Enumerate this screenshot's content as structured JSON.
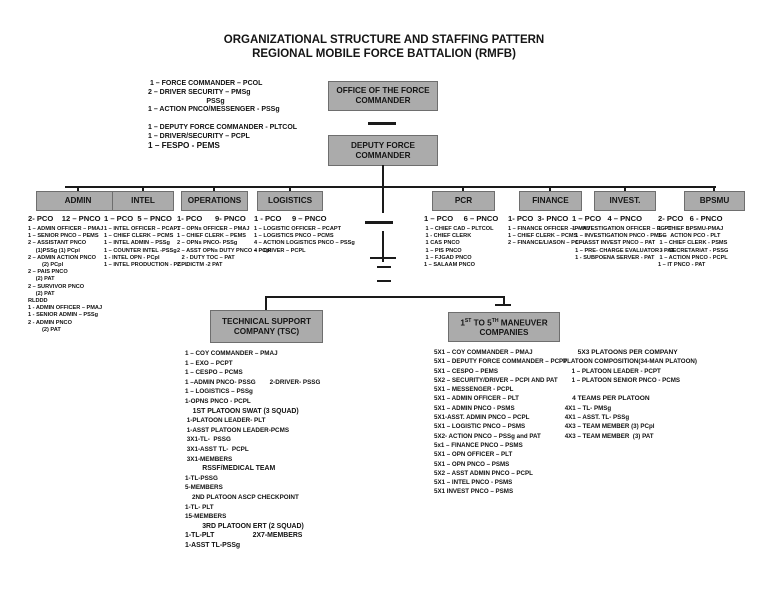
{
  "colors": {
    "box_fill": "#ababab",
    "box_border": "#6e6e6e",
    "line": "#1a1a1a"
  },
  "title": {
    "line1": "ORGANIZATIONAL STRUCTURE AND STAFFING PATTERN",
    "line2": "REGIONAL MOBILE FORCE BATTALION (RMFB)"
  },
  "boxes": {
    "office": "OFFICE OF THE FORCE COMMANDER",
    "deputy": "DEPUTY FORCE COMMANDER"
  },
  "notes": {
    "lines": [
      " 1 – FORCE COMMANDER – PCOL",
      "2 – DRIVER SECURITY – PMSg",
      "                              PSSg",
      "1 – ACTION PNCO/MESSENGER - PSSg",
      " ",
      "1 – DEPUTY FORCE COMMANDER - PLTCOL",
      "1 – DRIVER/SECURITY – PCPL",
      {
        "text": "1 – FESPO - PEMS",
        "cls": "lg"
      }
    ]
  },
  "departments": [
    {
      "name": "ADMIN",
      "header": "2- PCO    12 – PNCO",
      "lines": [
        "1 – ADMIN OFFICER – PMAJ",
        "1 – SENIOR PNCO – PEMS",
        "2 – ASSISTANT PNCO",
        "     (1)PSSg (1) PCpl",
        "2 – ADMIN ACTION PNCO",
        "         (2) PCpl",
        "2 – PAIS PNCO",
        "     (2) PAT",
        "2 – SURVIVOR PNCO",
        "     (2) PAT",
        "RLDDD",
        "1 - ADMIN OFFICER – PMAJ",
        "1 - SENIOR ADMIN – PSSg",
        "2 - ADMIN PNCO",
        "         (2) PAT"
      ]
    },
    {
      "name": "INTEL",
      "header": "1 – PCO  5 – PNCO",
      "lines": [
        "1 – INTEL OFFICER – PCAPT",
        "1 – CHIEF CLERK – PCMS",
        "1 – INTEL ADMIN – PSSg",
        "1 – COUNTER INTEL -PSSg",
        "1 - INTEL OPN - PCpl",
        "1 – INTEL PRODUCTION - PCPL"
      ]
    },
    {
      "name": "OPERATIONS",
      "header": "1- PCO      9- PNCO",
      "lines": [
        "1 – OPNs OFFICER – PMAJ",
        "1 – CHIEF CLERK – PEMS",
        "2 – OPNs PNCO- PSSg",
        "2 – ASST OPNs DUTY PNCO – PCpl",
        "   2 - DUTY TOC – PAT",
        "2 – DICTM -2 PAT"
      ]
    },
    {
      "name": "LOGISTICS",
      "header": "1 - PCO     9 – PNCO",
      "lines": [
        "1 – LOGISTIC OFFICER – PCAPT",
        "1 – LOGISTICS PNCO – PCMS",
        "4 – ACTION LOGISTICS PNCO – PSSg",
        "4 – DRIVER – PCPL"
      ]
    },
    {
      "name": "PCR",
      "header": "1 – PCO     6 – PNCO",
      "lines": [
        " 1 – CHIEF CAD – PLTCOL",
        " 1 - CHIEF CLERK",
        " 1 CAS PNCO",
        " 1 – PIS PNCO",
        " 1 – FJGAD PNCO",
        "1 – SALAAM PNCO"
      ]
    },
    {
      "name": "FINANCE",
      "header": "1- PCO  3- PNCO",
      "lines": [
        "1 – FINANCE OFFICER – PMAJ",
        "1 – CHIEF CLERK – PCMS",
        "2 – FINANCE/LIASON – PCPL"
      ]
    },
    {
      "name": "INVEST.",
      "header": "1 – PCO   4 – PNCO",
      "lines": [
        "1 – INVESTIGATION OFFICER – PCPT",
        "  1 – INVESTIGATION PNCO - PMSG",
        "  1 – ASST INVEST PNCO – PAT",
        "  1 – PRE- CHARGE EVALUATOR - PAT",
        "  1 - SUBPOENA SERVER - PAT"
      ]
    },
    {
      "name": "BPSMU",
      "header": "2- PCO   6 - PNCO",
      "lines": [
        "1 – CHIEF BPSMU-PMAJ",
        "1 –   ACTION PCO - PLT",
        " 1 – CHIEF CLERK - PSMS",
        " 3 – SECRETARIAT - PSSG",
        " 1 – ACTION PNCO - PCPL",
        "1 – IT PNCO - PAT"
      ]
    }
  ],
  "tsc": {
    "box": "TECHNICAL SUPPORT COMPANY (TSC)",
    "lines": [
      "1 – COY COMMANDER – PMAJ",
      "1 – EXO – PCPT",
      "1 – CESPO – PCMS",
      "1 –ADMIN PNCO- PSSG        2-DRIVER- PSSG",
      "1 – LOGISTICS – PSSg",
      "1-OPNS PNCO - PCPL",
      {
        "text": "    1ST PLATOON SWAT (3 SQUAD)",
        "cls": "b"
      },
      " 1-PLATOON LEADER- PLT",
      " 1-ASST PLATOON LEADER-PCMS",
      " 3X1-TL-  PSSG",
      " 3X1-ASST TL-  PCPL",
      " 3X1-MEMBERS",
      {
        "text": "         RSSF/MEDICAL TEAM",
        "cls": "b"
      },
      "1-TL-PSSG",
      "5-MEMBERS",
      "    2ND PLATOON ASCP CHECKPOINT",
      "1-TL- PLT",
      "15-MEMBERS",
      {
        "text": "         3RD PLATOON ERT (2 SQUAD)",
        "cls": "b"
      },
      {
        "text": "1-TL-PLT                    2X7-MEMBERS",
        "cls": "b"
      },
      {
        "text": "1-ASST TL-PSSg",
        "cls": "b"
      }
    ]
  },
  "maneuver": {
    "box": {
      "p1": "1",
      "s1": "ST",
      "p2": " TO 5",
      "s2": "TH",
      "p3": " MANEUVER",
      "line2": "COMPANIES"
    },
    "left_lines": [
      "5X1 – COY COMMANDER – PMAJ",
      "5X1 – DEPUTY FORCE COMMANDER – PCPT",
      "5X1 – CESPO – PEMS",
      "5X2 – SECURITY/DRIVER – PCPl AND PAT",
      "5X1 – MESSENGER - PCPL",
      "5X1 – ADMIN OFFICER – PLT",
      "5X1 – ADMIN PNCO - PSMS",
      "5X1-ASST. ADMIN PNCO – PCPL",
      "5X1 – LOGISTIC PNCO – PSMS",
      "5X2- ACTION PNCO – PSSg and PAT",
      "5x1 – FINANCE PNCO – PSMS",
      "5X1 – OPN OFFICER – PLT",
      "5X1 – OPN PNCO – PSMS",
      "5X2 – ASST ADMIN PNCO – PCPL",
      "5X1 – INTEL PNCO - PSMS",
      "5X1 INVEST PNCO – PSMS"
    ],
    "right_lines": [
      {
        "text": "        5X3 PLATOONS PER COMPANY",
        "cls": "b"
      },
      "PLATOON COMPOSITION(34-MAN PLATOON)",
      "     1 – PLATOON LEADER - PCPT",
      "     1 – PLATOON SENIOR PNCO - PCMS",
      " ",
      {
        "text": "     4 TEAMS PER PLATOON",
        "cls": "b"
      },
      " 4X1 – TL- PMSg",
      " 4X1 – ASST. TL- PSSg",
      " 4X3 – TEAM MEMBER (3) PCpl",
      " 4X3 – TEAM MEMBER  (3) PAT"
    ]
  }
}
